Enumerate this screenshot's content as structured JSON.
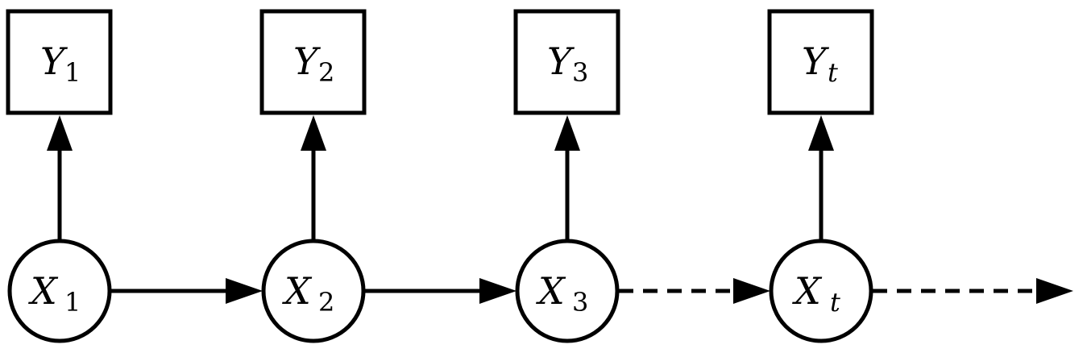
{
  "diagram": {
    "type": "hidden-markov-model",
    "observed_nodes": [
      {
        "id": "Y1",
        "letter": "Y",
        "subscript": "1"
      },
      {
        "id": "Y2",
        "letter": "Y",
        "subscript": "2"
      },
      {
        "id": "Y3",
        "letter": "Y",
        "subscript": "3"
      },
      {
        "id": "Yt",
        "letter": "Y",
        "subscript": "t"
      }
    ],
    "hidden_nodes": [
      {
        "id": "X1",
        "letter": "X",
        "subscript": "1"
      },
      {
        "id": "X2",
        "letter": "X",
        "subscript": "2"
      },
      {
        "id": "X3",
        "letter": "X",
        "subscript": "3"
      },
      {
        "id": "Xt",
        "letter": "X",
        "subscript": "t"
      }
    ],
    "edges": [
      {
        "from": "X1",
        "to": "Y1",
        "style": "solid"
      },
      {
        "from": "X2",
        "to": "Y2",
        "style": "solid"
      },
      {
        "from": "X3",
        "to": "Y3",
        "style": "solid"
      },
      {
        "from": "Xt",
        "to": "Yt",
        "style": "solid"
      },
      {
        "from": "X1",
        "to": "X2",
        "style": "solid"
      },
      {
        "from": "X2",
        "to": "X3",
        "style": "solid"
      },
      {
        "from": "X3",
        "to": "Xt",
        "style": "dashed"
      },
      {
        "from": "Xt",
        "to": "",
        "style": "dashed"
      }
    ],
    "colors": {
      "stroke": "#000000",
      "background": "#ffffff"
    }
  }
}
